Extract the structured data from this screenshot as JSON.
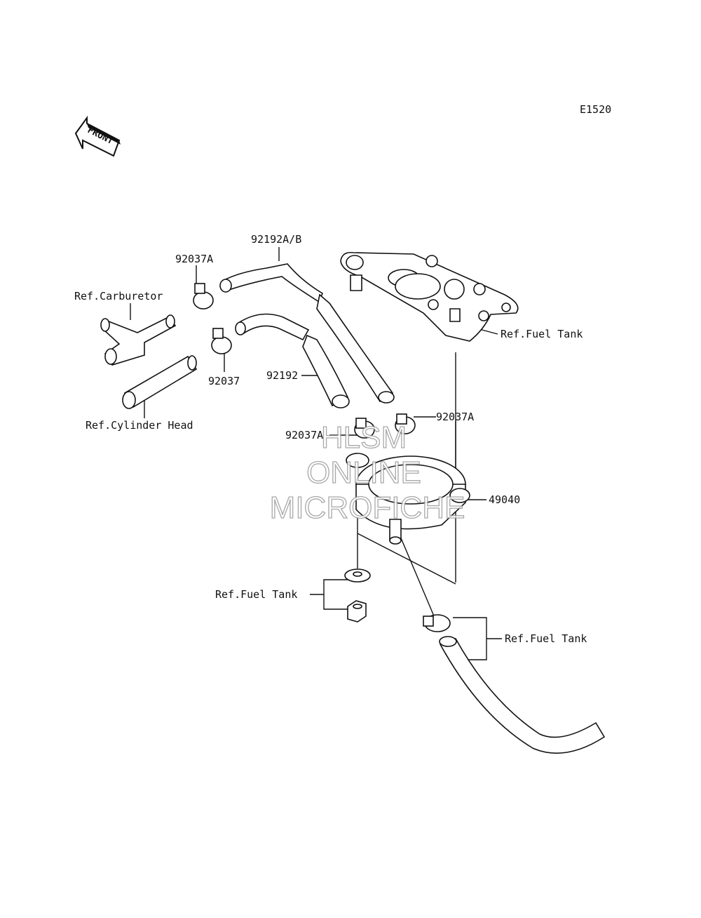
{
  "diagram": {
    "code": "E1520",
    "front_label": "FRONT",
    "labels": {
      "p92192ab": "92192A/B",
      "p92037a_top": "92037A",
      "ref_carburetor": "Ref.Carburetor",
      "ref_fuel_tank_top": "Ref.Fuel Tank",
      "p92037": "92037",
      "p92192": "92192",
      "ref_cylinder_head": "Ref.Cylinder Head",
      "p92037a_right": "92037A",
      "p92037a_left": "92037A",
      "p49040": "49040",
      "ref_fuel_tank_left": "Ref.Fuel Tank",
      "ref_fuel_tank_bottom": "Ref.Fuel Tank"
    },
    "watermark": [
      "HLSM",
      "ONLINE",
      "MICROFICHE"
    ]
  }
}
